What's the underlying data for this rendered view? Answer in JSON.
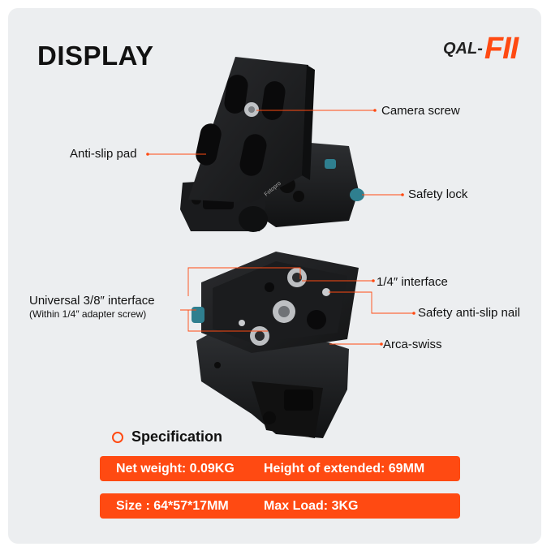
{
  "header": {
    "title": "DISPLAY",
    "brand_text": "QAL-",
    "brand_mark": "FII"
  },
  "callouts": {
    "camera_screw": "Camera screw",
    "anti_slip_pad": "Anti-slip pad",
    "safety_lock": "Safety lock",
    "universal_interface": "Universal 3/8″ interface",
    "adapter_note": "(Within 1/4″ adapter screw)",
    "quarter_interface": "1/4″ interface",
    "safety_nail": "Safety anti-slip nail",
    "arca_swiss": "Arca-swiss"
  },
  "specification": {
    "heading": "Specification",
    "rows": [
      [
        "Net weight:  0.09KG",
        "Height of extended:  69MM"
      ],
      [
        "Size :  64*57*17MM",
        "Max Load:  3KG"
      ]
    ]
  },
  "colors": {
    "accent": "#ff4a12",
    "background": "#eceef0",
    "product": "#1d1e20",
    "knob": "#2f7f8f",
    "leader_line": "#ff4a12"
  }
}
